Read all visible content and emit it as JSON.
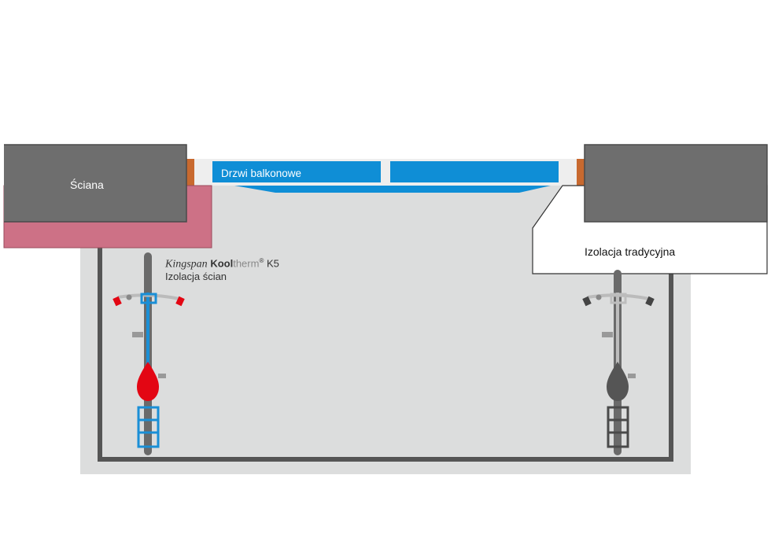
{
  "labels": {
    "wall": "Ściana",
    "door": "Drzwi balkonowe",
    "traditional_insulation": "Izolacja tradycyjna",
    "k5_brand": "Kingspan",
    "k5_kool": "Kool",
    "k5_therm": "therm",
    "k5_reg": "®",
    "k5_model": " K5",
    "k5_caption": "Izolacja ścian"
  },
  "colors": {
    "wall_gray": "#6e6e6e",
    "kooltherm_pink": "#cd7186",
    "door_blue": "#0f8ed6",
    "floor_light": "#dcdddd",
    "frame_orange": "#c8692f",
    "warm_bike_accent": "#e30613",
    "cold_bike_accent": "#555555"
  },
  "icons": [
    "bicycle-warm-icon",
    "bicycle-cold-icon"
  ]
}
